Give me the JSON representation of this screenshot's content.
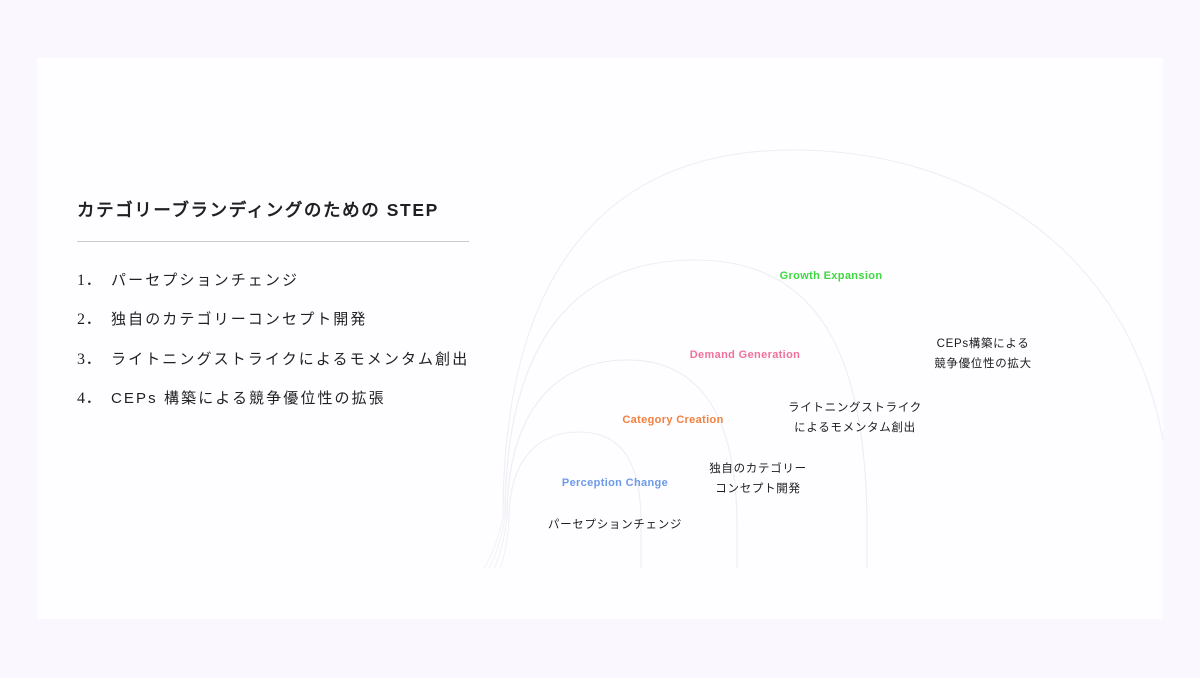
{
  "page": {
    "background_color": "#faf8fe",
    "card_color": "#fefdff"
  },
  "text_panel": {
    "title": "カテゴリーブランディングのための STEP",
    "steps": [
      {
        "number": "1．",
        "text": "パーセプションチェンジ"
      },
      {
        "number": "2．",
        "text": "独自のカテゴリーコンセプト開発"
      },
      {
        "number": "3．",
        "text": "ライトニングストライクによるモメンタム創出"
      },
      {
        "number": "4．",
        "text": "CEPs 構築による競争優位性の拡張"
      }
    ]
  },
  "diagram": {
    "type": "nested-arcs",
    "arc_stroke_color": "#eeecf4",
    "stages": [
      {
        "stage_label": "Perception Change",
        "stage_color": "#6c9ae9",
        "description_lines": [
          "パーセプションチェンジ"
        ]
      },
      {
        "stage_label": "Category Creation",
        "stage_color": "#f2803f",
        "description_lines": [
          "独自のカテゴリー",
          "コンセプト開発"
        ]
      },
      {
        "stage_label": "Demand Generation",
        "stage_color": "#f2719a",
        "description_lines": [
          "ライトニングストライク",
          "によるモメンタム創出"
        ]
      },
      {
        "stage_label": "Growth Expansion",
        "stage_color": "#3fd93f",
        "description_lines": [
          "CEPs構築による",
          "競争優位性の拡大"
        ]
      }
    ]
  }
}
